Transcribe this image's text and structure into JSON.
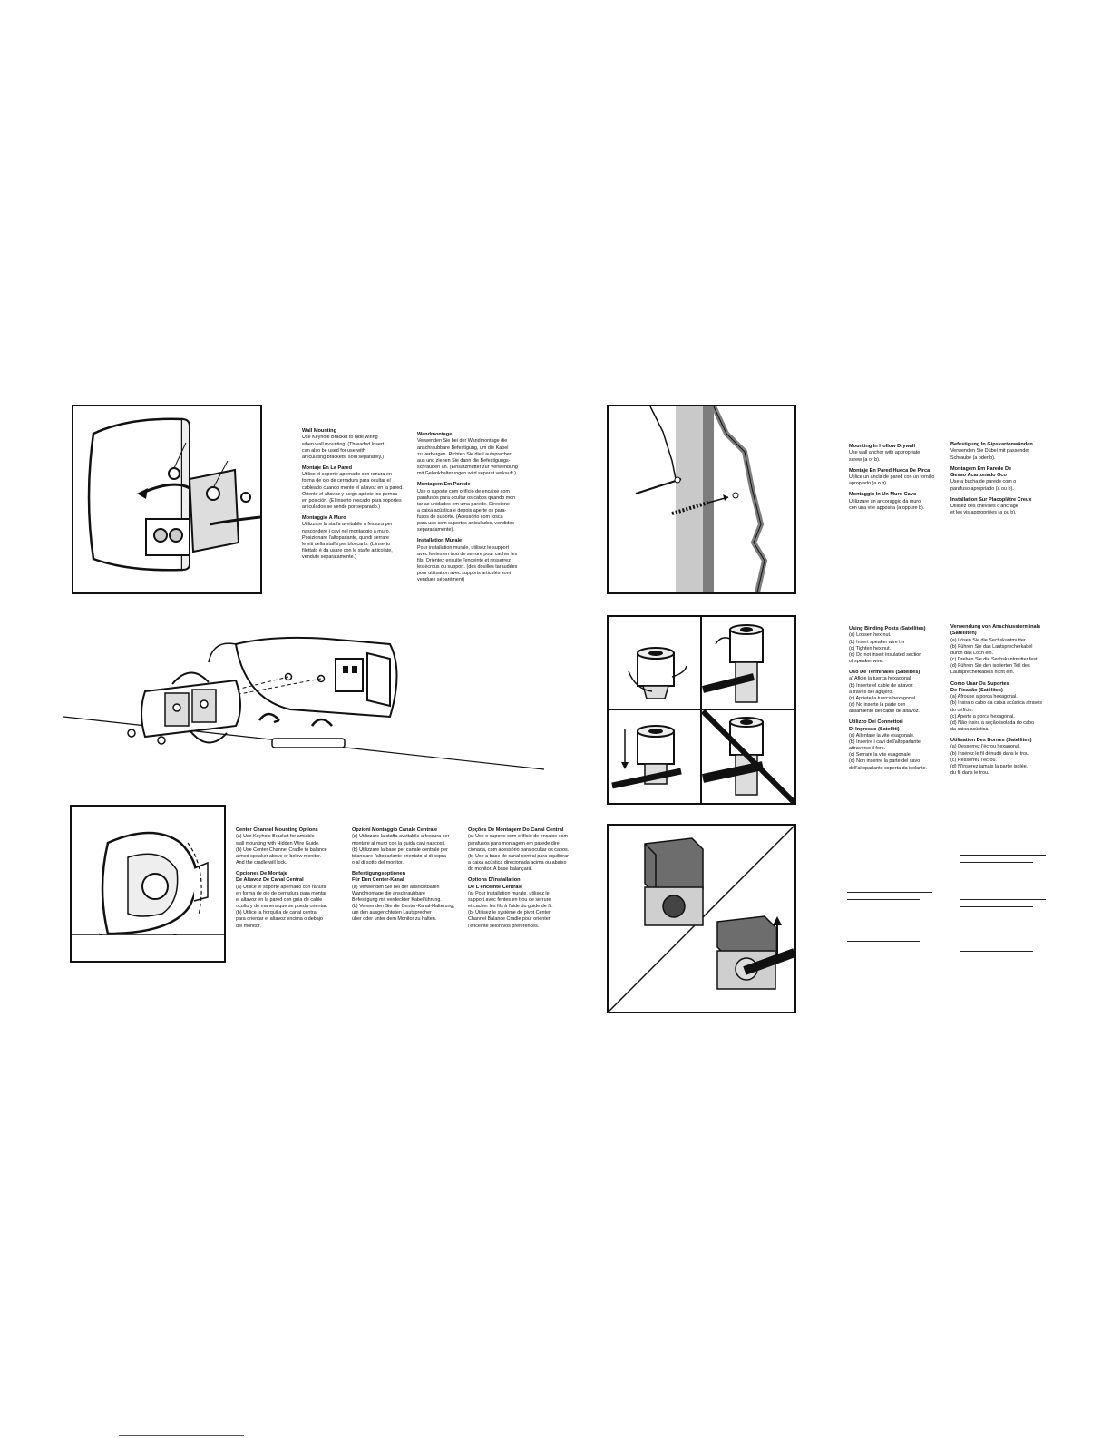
{
  "left_page": {
    "wall_mounting_text": {
      "col1": [
        {
          "title": "Wall Mounting",
          "body": "Use Keyhole Bracket to hide wiring\nwhen wall mounting. (Threaded Insert\ncan also be used for use with\narticulating brackets, sold separately.)"
        },
        {
          "title": "Montaje En La Pared",
          "body": "Utilice el soporte apernado con ranura en\nforma de ojo de cerradura para ocultar el\ncableado cuando monte el altavoz en la pared.\nOriente el altavoz y luego apriete los pernos\nen posición. (El inserto roscado para soportes\narticulados se vende por separado.)"
        },
        {
          "title": "Montaggio A Muro",
          "body": "Utilizzare la staffa avvitabile a fessura per\nnascondere i cavi nel montaggio a muro.\nPosizionare l'altoparlante, quindi serrare\nle viti della staffa per bloccarlo. (L'inserto\nfilettato è da usare con le staffe articolate,\nvendute separatamente.)"
        }
      ],
      "col2": [
        {
          "title": "Wandmontage",
          "body": "Verwenden Sie bei der Wandmontage die\nanschraubbare Befestigung, um die Kabel\nzu verbergen. Richten Sie die Lautsprecher\naus und ziehen Sie dann die Befestigungs-\nschrauben an. (Einsatzmutter zur Verwendung\nmit Gelenkhalterungen wird separat verkauft.)"
        },
        {
          "title": "Montagem Em Parede",
          "body": "Use o suporte com orifício de encaixe com\nparafusos para ocultar os cabos quando mon\ntar as unidades em uma parede. Direcione\na caixa acústica e depois aperte os para-\nfusos de suporte. (Acessório com rosca\npara uso com suportes articulados, vendidos\nseparadamente)."
        },
        {
          "title": "Installation Murale",
          "body": "Pour installation murale, utilisez le support\navec fentes en trou de serrure pour cacher les\nfils. Orientez ensuite l'enceinte et resserrez\nles écrous du support. (des douilles taraudées\npour utilisation avec supports articulés sont\nvendues séparément)"
        }
      ]
    },
    "center_channel_text": {
      "col1": [
        {
          "title": "Center Channel Mounting Options",
          "body": "(a) Use Keyhole Bracket for amiable\nwall mounting with Hidden Wire Guide.\n(b) Use Center Channel Cradle to balance\naimed speaker above or below monitor.\nAnd the cradle will lock."
        },
        {
          "title": "Opciones De Montaje\nDe Altavoz De Canal Central",
          "body": "(a) Utilice el soporte apernado con ranura\nen forma de ojo de cerradura para montar\nel altavoz en la pared con guía de cable\noculto y de manera que se pueda orientar.\n(b) Utilice la horquilla de canal central\npara orientar el altavoz encima o debajo\ndel monitor."
        }
      ],
      "col2": [
        {
          "title": "Opzioni Montaggio Canale Centrale",
          "body": "(a) Utilizzare la staffa avvitabile a fessura per\nmontare al muro con la guida cavi nascosti.\n(b) Utilizzare la base per canale centrale per\nbilanciare l'altoparlante orientato al di sopra\no al di sotto del monitor."
        },
        {
          "title": "Befestigungsoptionen\nFür Den Center-Kanal",
          "body": "(a) Verwenden Sie bei der ausrichtbaren\nWandmontage die anschraubbare\nBefestigung mit verdeckter Kabelführung.\n(b) Verwenden Sie die Center-Kanal-Halterung,\num den ausgerichteten Lautsprecher\nüber oder unter dem Monitor zu halten."
        }
      ],
      "col3": [
        {
          "title": "Opções De Montagem Do Canal Central",
          "body": "(a) Use o suporte com orifício de encaixe com\nparafusos para montagem em parede dire-\ncionada, com acessório para ocultar os cabos.\n(b) Use a base do canal central para equilibrar\na caixa acústica direcionada acima ou abaixo\ndo monitor. A base balançará."
        },
        {
          "title": "Options D'installation\nDe L'enceinte Centrale",
          "body": "(a) Pour installation murale, utilisez le\nsupport avec fentes en trou de serrure\net cacher les fils à l'aide du guide de fil.\n(b) Utilisez le système de pivot Center\nChannel Balance Cradle pour orienter\nl'enceinte selon vos préférences."
        }
      ]
    }
  },
  "right_page": {
    "drywall_text": {
      "col1": [
        {
          "title": "Mounting In Hollow Drywall",
          "body": "Use wall anchor with appropriate\nscrew (a or b)."
        },
        {
          "title": "Montaje En Pared Hueca De Pirca",
          "body": "Utilice un ancla de pared con un tornillo\napropiado (a o b)."
        },
        {
          "title": "Montaggio In Un Muro Cavo",
          "body": "Utilizzare un ancoraggio da muro\ncon una vite apposita (a oppure b)."
        }
      ],
      "col2": [
        {
          "title": "Befestigung In Gipskartonwänden",
          "body": "Verwenden Sie Dübel mit passender\nSchraube (a oder b)."
        },
        {
          "title": "Montagem Em Parede De\nGesso Acartonado Oco",
          "body": "Use a bucha de parede com o\nparafuso apropriado (a ou b)."
        },
        {
          "title": "Installation Sur Placoplâtre Creux",
          "body": "Utilisez des chevilles d'ancrage\net les vis appropriées (a ou b)."
        }
      ]
    },
    "binding_posts_text": {
      "col1": [
        {
          "title": "Using Binding Posts (Satellites)",
          "body": "(a) Loosen hex nut.\n(b) Insert speaker wire thr\n(c) Tighten hex nut.\n(d) Do not insert insulated section\nof speaker wire."
        },
        {
          "title": "Uso De Terminales (Satélites)",
          "body": "a) Afloje la tuerca hexagonal.\n(b) Inserte el cable de altavoz\na través del agujero.\n(c) Apriete la tuerca hexagonal.\n(d) No inserte la parte con\naislamiento del cable de altavoz."
        },
        {
          "title": "Utilizzo Dei Connettori\nDi Ingresso (Satelliti)",
          "body": "(a) Allentare la vite esagonale.\n(b) Inserire i cavi dell'altoparlante\nattraverso il foro.\n(c) Serrare la vite esagonale.\n(d) Non inserire la parte del cavo\ndell'altoparlante coperta da isolante."
        }
      ],
      "col2": [
        {
          "title": "Verwendung von Anschlussterminals\n(Satelliten)",
          "body": "(a) Lösen Sie die Sechskantmutter\n(b) Führen Sie das Lautsprecherkabel\n      durch das Loch ein.\n(c) Drehen Sie die Sechskantmutter fest.\n(d) Führen Sie den isolierten Teil des\nLautsprecherkabels nicht ein."
        },
        {
          "title": "Como Usar Os Suportes\nDe Fixação (Satélites)",
          "body": "(a) Afrouxe a porca hexagonal.\n(b) Insira o cabo da caixa acústica através\ndo orifício.\n(c) Aperte a porca hexagonal.\n(d) Não insira a seção isolada do cabo\nda caixa acústica."
        },
        {
          "title": "Utilisation Des Bornes (Satellites)",
          "body": "(a) Desserrez l'écrou hexagonal.\n(b) Insérez le fil dénudé dans le trou.\n(c) Resserrez l'écrou.\n(d) N'insérez jamais la partie isolée,\ndu fil dans le trou."
        }
      ]
    }
  }
}
